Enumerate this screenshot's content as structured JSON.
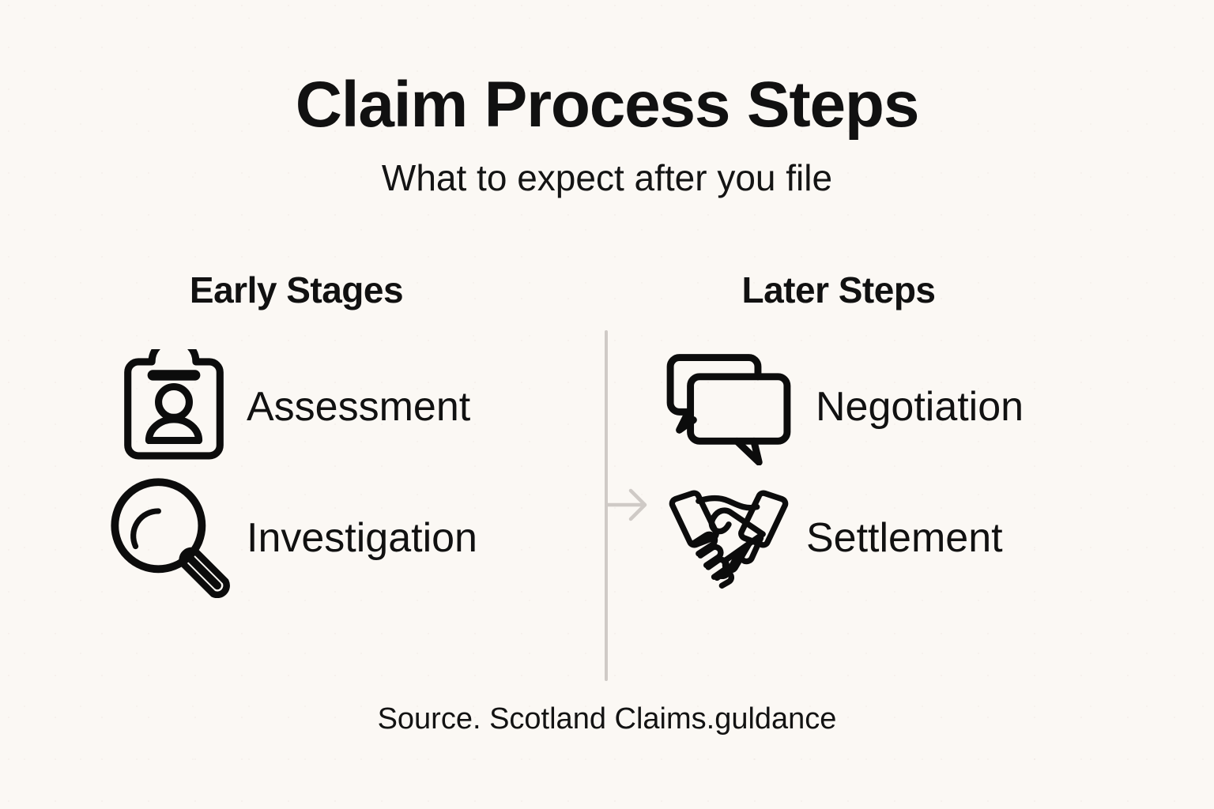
{
  "header": {
    "title": "Claim Process Steps",
    "subtitle": "What to expect after you file"
  },
  "columns": [
    {
      "heading": "Early Stages",
      "items": [
        {
          "label": "Assessment",
          "icon": "clipboard-person-icon"
        },
        {
          "label": "Investigation",
          "icon": "magnifying-glass-icon"
        }
      ]
    },
    {
      "heading": "Later Steps",
      "items": [
        {
          "label": "Negotiation",
          "icon": "speech-bubbles-icon"
        },
        {
          "label": "Settlement",
          "icon": "handshake-icon"
        }
      ]
    }
  ],
  "divider": {
    "arrow_icon": "arrow-right-icon",
    "line_color": "#CFCAC6"
  },
  "footer": {
    "source": "Source. Scotland Claims.guldance"
  },
  "colors": {
    "background": "#FBF8F4",
    "ink": "#111111",
    "divider": "#CFCAC6"
  }
}
